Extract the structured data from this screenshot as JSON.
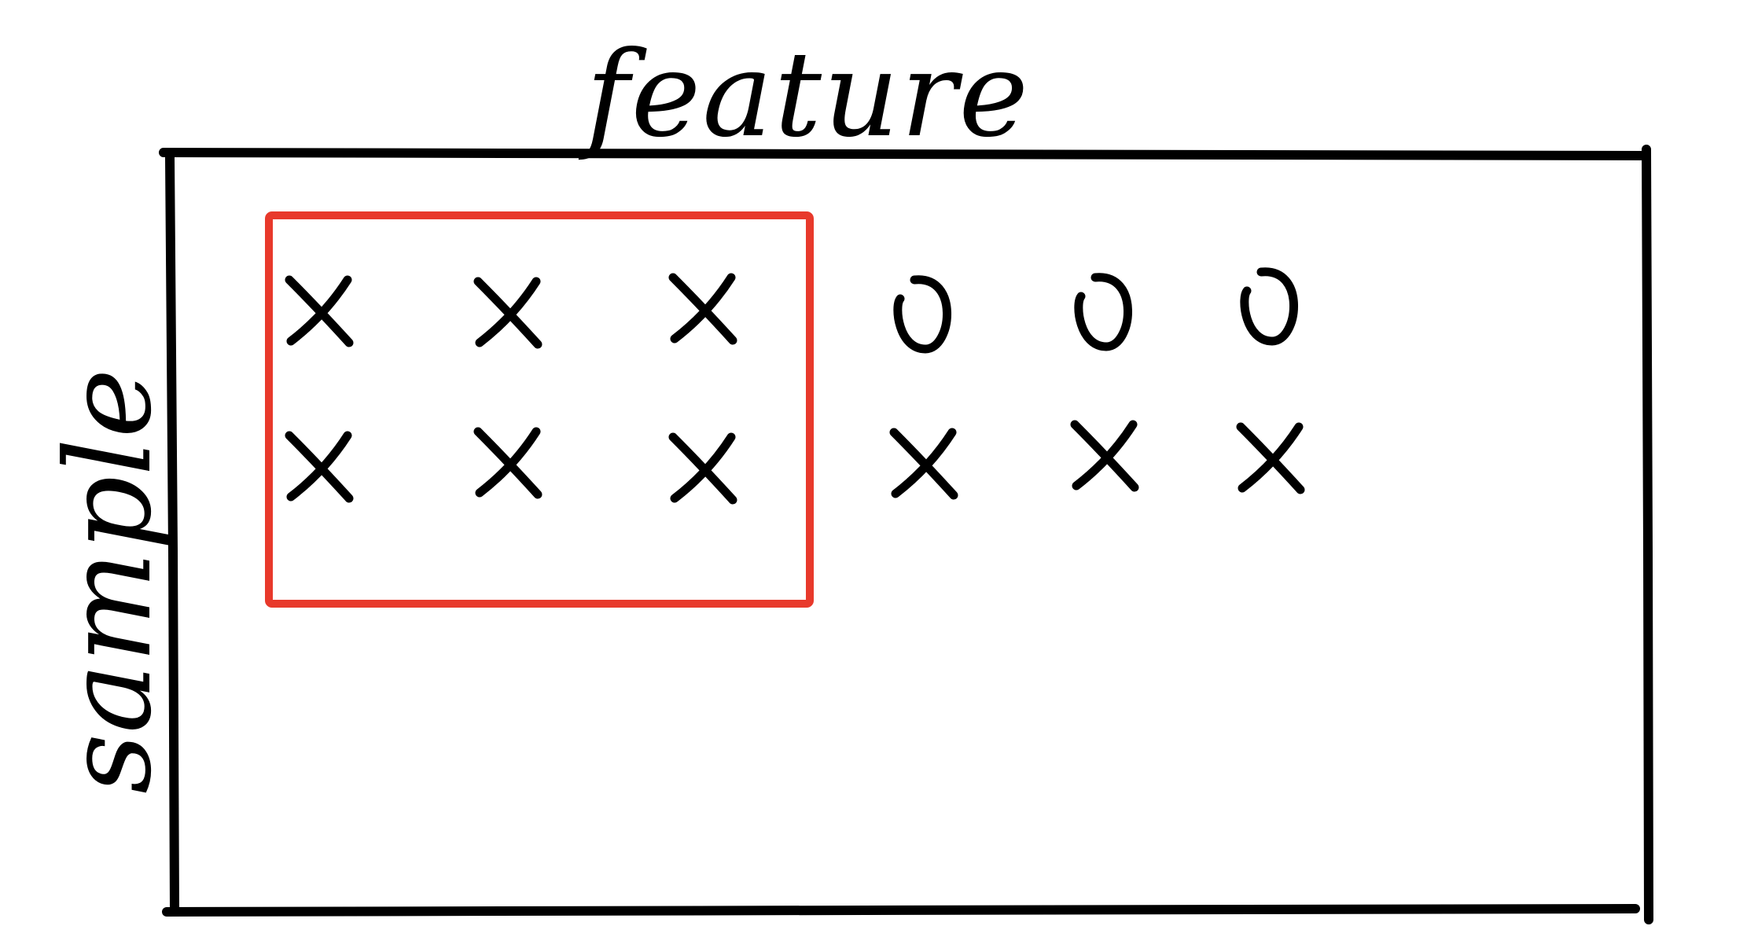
{
  "diagram": {
    "title": "feature",
    "side_label": "sample",
    "colors": {
      "ink": "#000000",
      "highlight": "#e8392b",
      "background": "#ffffff"
    },
    "matrix": {
      "rows": [
        [
          "x",
          "x",
          "x",
          "o",
          "o",
          "o"
        ],
        [
          "x",
          "x",
          "x",
          "x",
          "x",
          "x"
        ]
      ],
      "highlight": {
        "rows": 2,
        "cols": 3
      }
    }
  }
}
